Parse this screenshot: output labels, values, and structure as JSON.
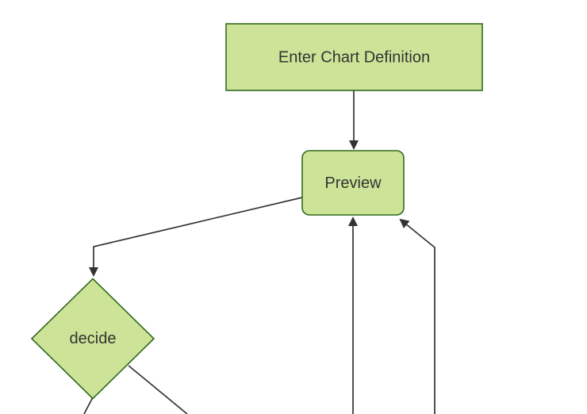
{
  "colors": {
    "background": "#ffffff",
    "node_fill": "#cde498",
    "node_border": "#33691e",
    "edge_color": "#333333",
    "label_color": "#333333"
  },
  "diagram": {
    "type": "flowchart",
    "direction": "top-down",
    "nodes": [
      {
        "id": "enter-chart-definition",
        "label": "Enter Chart Definition",
        "shape": "rectangle"
      },
      {
        "id": "preview",
        "label": "Preview",
        "shape": "rounded-rectangle"
      },
      {
        "id": "decide",
        "label": "decide",
        "shape": "diamond"
      }
    ],
    "edges": [
      {
        "from": "Enter Chart Definition",
        "to": "Preview",
        "has_arrowhead": true
      },
      {
        "from": "Preview",
        "to": "decide",
        "has_arrowhead": true
      },
      {
        "from": "(below viewport)",
        "to": "Preview",
        "has_arrowhead": true
      },
      {
        "from": "(below viewport)",
        "to": "Preview",
        "has_arrowhead": true
      },
      {
        "from": "decide",
        "to": "(below viewport)",
        "has_arrowhead": false
      },
      {
        "from": "decide",
        "to": "(below viewport)",
        "has_arrowhead": false
      }
    ]
  }
}
